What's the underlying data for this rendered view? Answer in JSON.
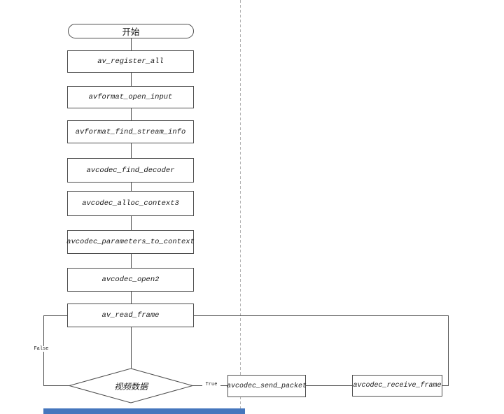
{
  "diagram": {
    "start": {
      "label": "开始"
    },
    "steps": [
      {
        "label": "av_register_all"
      },
      {
        "label": "avformat_open_input"
      },
      {
        "label": "avformat_find_stream_info"
      },
      {
        "label": "avcodec_find_decoder"
      },
      {
        "label": "avcodec_alloc_context3"
      },
      {
        "label": "avcodec_parameters_to_context"
      },
      {
        "label": "avcodec_open2"
      },
      {
        "label": "av_read_frame"
      }
    ],
    "decision": {
      "label": "视频数据",
      "false_label": "False",
      "true_label": "True"
    },
    "true_branch": [
      {
        "label": "avcodec_send_packet"
      },
      {
        "label": "avcodec_receive_frame"
      }
    ],
    "colors": {
      "line": "#4d4d4d",
      "dashed_guide": "#b3b3b3",
      "node_border": "#4d4d4d",
      "text": "#1a1a1a",
      "selection_bar": "#4576bd"
    }
  }
}
